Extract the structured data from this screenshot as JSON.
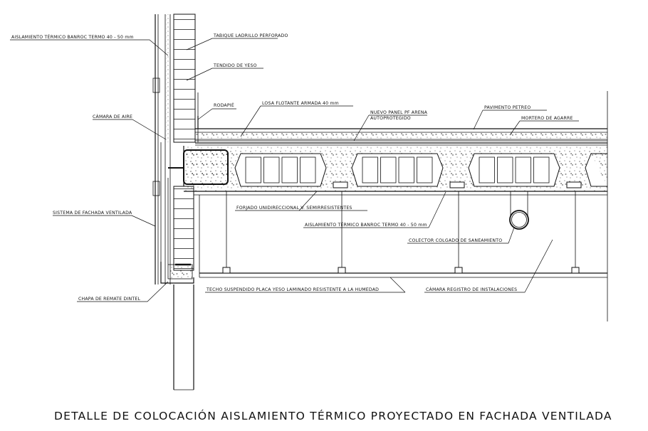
{
  "title": "DETALLE DE COLOCACIÓN AISLAMIENTO TÉRMICO PROYECTADO EN FACHADA VENTILADA",
  "labels": {
    "aislamiento_fachada": "AISLAMIENTO TÉRMICO BANROC TERMO 40 - 50 mm",
    "tabique": "TABIQUE LADRILLO PERFORADO",
    "tendido": "TENDIDO DE YESO",
    "rodapie": "RODAPIÉ",
    "losa": "LOSA FLOTANTE ARMADA 40 mm",
    "nuevo_panel_1": "NUEVO PANEL PF ARENA",
    "nuevo_panel_2": "AUTOPROTEGIDO",
    "pavimento": "PAVIMENTO PETREO",
    "mortero": "MORTERO DE AGARRE",
    "camara_aire": "CÁMARA DE AIRE",
    "sistema_fachada": "SISTEMA DE FACHADA VENTILADA",
    "forjado": "FORJADO UNIDIRECCIONAL V. SEMIRRESISTENTES",
    "aislamiento_techo": "AISLAMIENTO TÉRMICO BANROC TERMO 40 - 50 mm",
    "colector": "COLECTOR COLGADO DE SANEAMIENTO",
    "chapa": "CHAPA DE REMATE DINTEL",
    "techo": "TECHO SUSPENDIDO PLACA  YESO LAMINADO RESISTENTE A LA HUMEDAD",
    "camara_registro": "CÁMARA REGISTRO DE INSTALACIONES"
  }
}
